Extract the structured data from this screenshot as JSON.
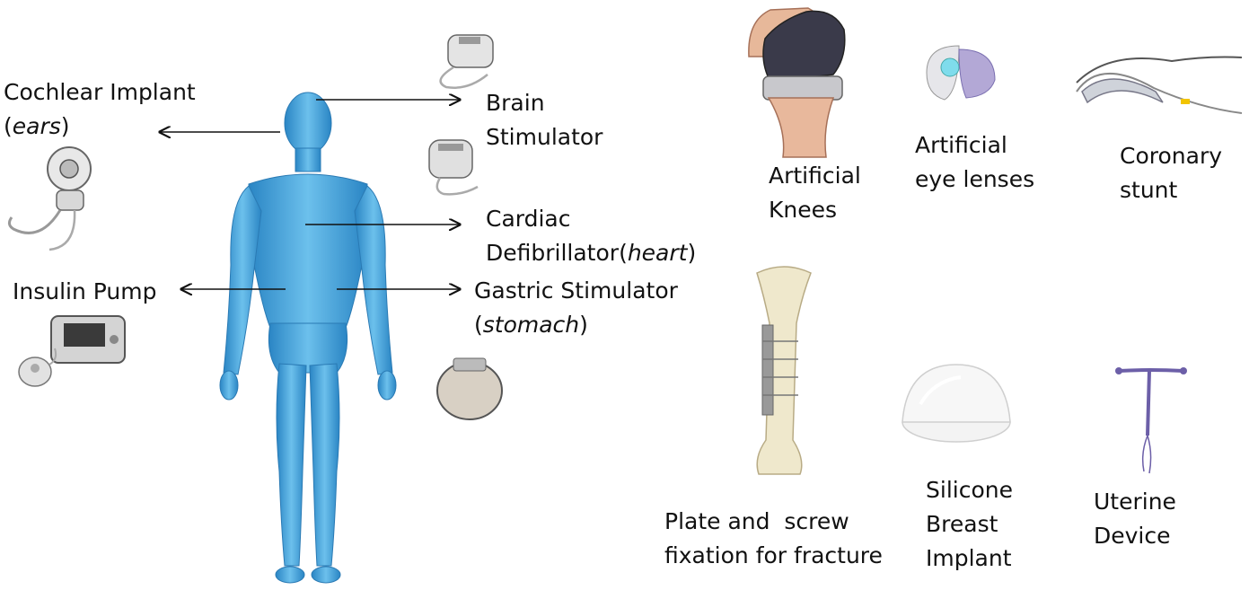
{
  "colors": {
    "body_fill": "#3f9fd6",
    "body_dark": "#1f6fa8",
    "text": "#111111"
  },
  "implants": {
    "cochlear": {
      "line1": "Cochlear Implant",
      "line2": "ears",
      "line2_open": "(",
      "line2_close": ")",
      "icon": "cochlear-implant-icon"
    },
    "insulin": {
      "line1": "Insulin Pump",
      "icon": "insulin-pump-icon"
    },
    "brain": {
      "line1": "Brain",
      "line2": "Stimulator",
      "icon": "brain-stimulator-icon"
    },
    "cardiac": {
      "line1": "Cardiac",
      "line2a": "Defibrillator",
      "line2b": "heart",
      "icon": "defibrillator-icon"
    },
    "gastric": {
      "line1": "Gastric Stimulator",
      "line2": "stomach",
      "icon": "gastric-stimulator-icon"
    },
    "knees": {
      "line1": "Artificial",
      "line2": "Knees",
      "icon": "artificial-knee-icon"
    },
    "lenses": {
      "line1": "Artificial",
      "line2": "eye lenses",
      "icon": "eye-lens-icon"
    },
    "stunt": {
      "line1": "Coronary",
      "line2": "stunt",
      "icon": "coronary-stent-icon"
    },
    "plate": {
      "line1": "Plate and  screw",
      "line2": "fixation for fracture",
      "icon": "bone-plate-icon"
    },
    "breast": {
      "line1": "Silicone",
      "line2": "Breast",
      "line3": "Implant",
      "icon": "breast-implant-icon"
    },
    "uterine": {
      "line1": "Uterine",
      "line2": "Device",
      "icon": "uterine-device-icon"
    }
  }
}
